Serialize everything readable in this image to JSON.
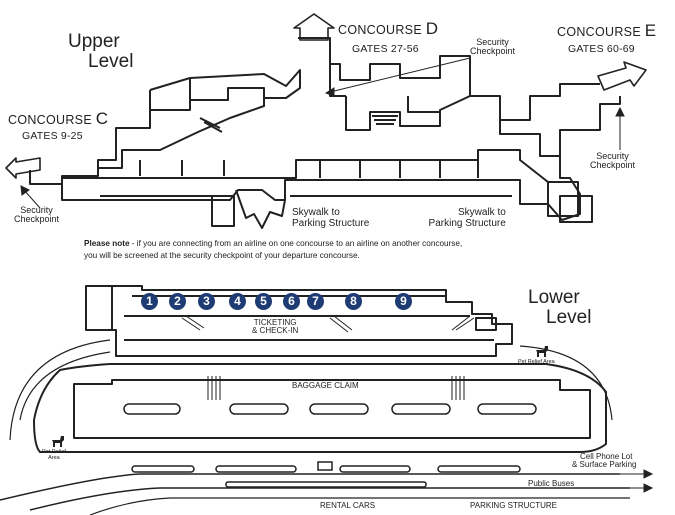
{
  "upper_level": {
    "title_line1": "Upper",
    "title_line2": "Level",
    "concourse_c": {
      "prefix": "CONCOURSE",
      "letter": "C",
      "gates": "GATES 9-25"
    },
    "concourse_d": {
      "prefix": "CONCOURSE",
      "letter": "D",
      "gates": "GATES 27-56"
    },
    "concourse_e": {
      "prefix": "CONCOURSE",
      "letter": "E",
      "gates": "GATES 60-69"
    },
    "security_checkpoint_d": [
      "Security",
      "Checkpoint"
    ],
    "security_checkpoint_e": [
      "Security",
      "Checkpoint"
    ],
    "security_checkpoint_c": [
      "Security",
      "Checkpoint"
    ],
    "skywalk_left": [
      "Skywalk to",
      "Parking Structure"
    ],
    "skywalk_right": [
      "Skywalk to",
      "Parking Structure"
    ]
  },
  "note": {
    "label": "Please note",
    "text_line1": " - if you are connecting from an airline on one concourse to an airline on another concourse,",
    "text_line2": "you will be screened at the security checkpoint of your departure concourse."
  },
  "lower_level": {
    "title_line1": "Lower",
    "title_line2": "Level",
    "ticket_counters": [
      "1",
      "2",
      "3",
      "4",
      "5",
      "6",
      "7",
      "8",
      "9"
    ],
    "ticketing_line1": "TICKETING",
    "ticketing_line2": "& CHECK-IN",
    "baggage_claim": "BAGGAGE CLAIM",
    "pet_relief_right": "Pet Relief Area",
    "pet_relief_left": [
      "Pet Relief",
      "Area"
    ],
    "cell_phone_lot": [
      "Cell Phone Lot",
      "& Surface Parking"
    ],
    "public_buses": "Public Buses",
    "rental_cars": "RENTAL CARS",
    "parking_structure": "PARKING STRUCTURE"
  },
  "colors": {
    "counter_badge": "#1f3b73",
    "line": "#222222"
  }
}
